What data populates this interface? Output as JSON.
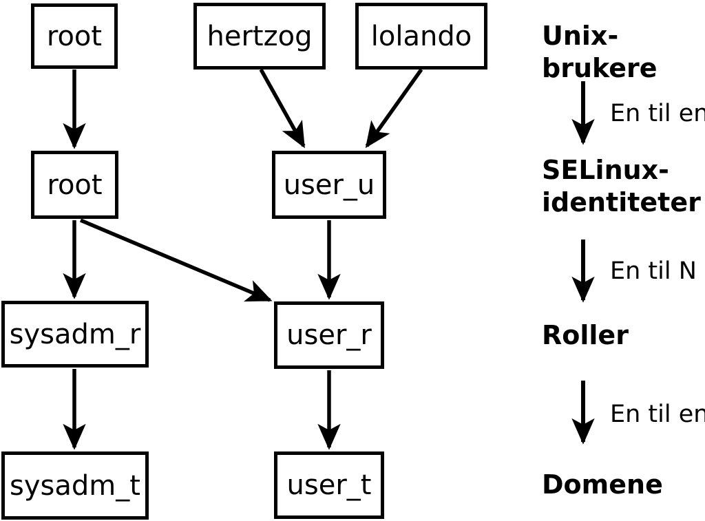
{
  "palette": {
    "line": "#000000",
    "background": "#ffffff"
  },
  "nodes": {
    "unix_root": {
      "label": "root"
    },
    "unix_hertzog": {
      "label": "hertzog"
    },
    "unix_lolando": {
      "label": "lolando"
    },
    "selinux_root": {
      "label": "root"
    },
    "selinux_user_u": {
      "label": "user_u"
    },
    "role_sysadm_r": {
      "label": "sysadm_r"
    },
    "role_user_r": {
      "label": "user_r"
    },
    "domain_sysadm_t": {
      "label": "sysadm_t"
    },
    "domain_user_t": {
      "label": "user_t"
    }
  },
  "edges": [
    {
      "from": "unix_root",
      "to": "selinux_root"
    },
    {
      "from": "unix_hertzog",
      "to": "selinux_user_u"
    },
    {
      "from": "unix_lolando",
      "to": "selinux_user_u"
    },
    {
      "from": "selinux_root",
      "to": "role_sysadm_r"
    },
    {
      "from": "selinux_root",
      "to": "role_user_r"
    },
    {
      "from": "selinux_user_u",
      "to": "role_user_r"
    },
    {
      "from": "role_sysadm_r",
      "to": "domain_sysadm_t"
    },
    {
      "from": "role_user_r",
      "to": "domain_user_t"
    }
  ],
  "legend": {
    "level_unix": "Unix-brukere",
    "relation_1": "En til en",
    "level_selinux": "SELinux-identiteter",
    "relation_2": "En til N",
    "level_roles": "Roller",
    "relation_3": "En til en",
    "level_domains": "Domene"
  }
}
